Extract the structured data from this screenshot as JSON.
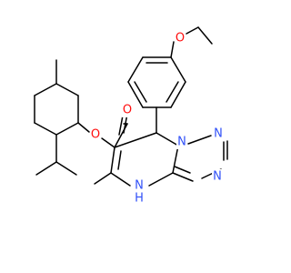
{
  "molecule": {
    "atoms": {
      "o_ether": {
        "text": "O",
        "color": "#ff0d0d"
      },
      "o_carbonyl": {
        "text": "O",
        "color": "#ff0d0d"
      },
      "o_ester": {
        "text": "O",
        "color": "#ff0d0d"
      },
      "n1": {
        "text": "N",
        "color": "#3050f8"
      },
      "n2": {
        "text": "N",
        "color": "#3050f8"
      },
      "n3": {
        "text": "N",
        "color": "#3050f8"
      },
      "nh": {
        "text": "N",
        "color": "#3050f8"
      },
      "nh_h": {
        "text": "H",
        "color": "#3050f8"
      }
    }
  }
}
